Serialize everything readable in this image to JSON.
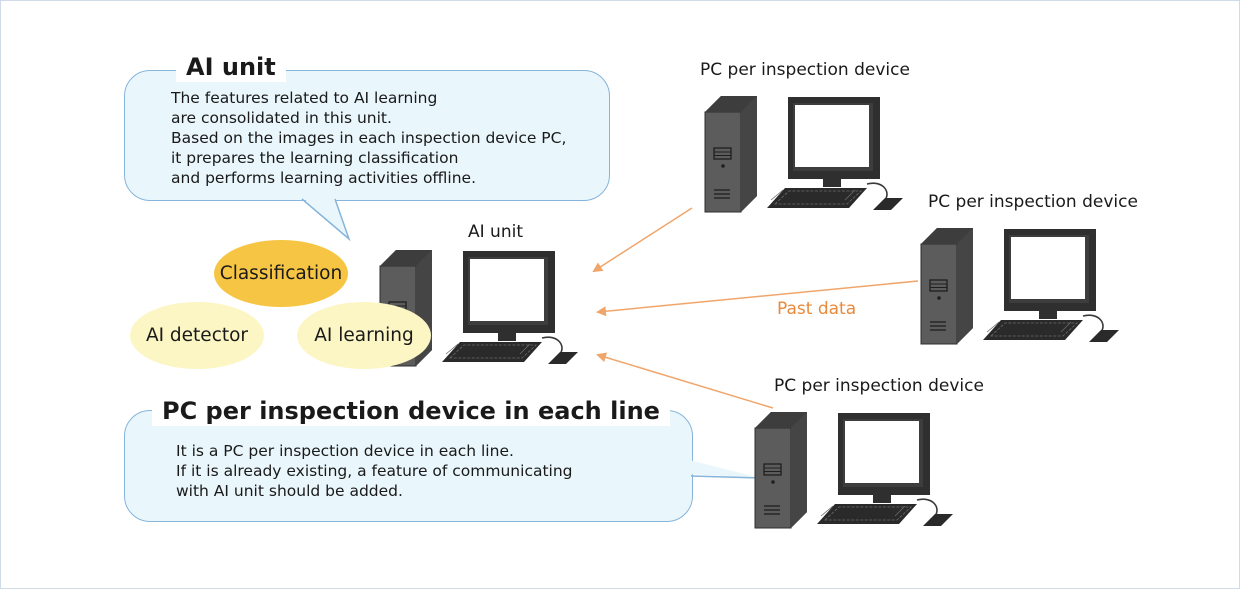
{
  "ai_unit_bubble": {
    "title": "AI unit",
    "lines": [
      "The features related to AI learning",
      "are consolidated in this unit.",
      "Based on the images in each inspection device PC,",
      "it prepares the learning classification",
      "and performs learning activities offline."
    ]
  },
  "line_pc_bubble": {
    "title": "PC per inspection device in each line",
    "lines": [
      "It is a PC per inspection device in each line.",
      "If it is already existing, a feature of communicating",
      "with AI unit should be added."
    ]
  },
  "ai_unit_label": "AI unit",
  "features": {
    "classification": "Classification",
    "ai_detector": "AI detector",
    "ai_learning": "AI learning"
  },
  "inspection_pcs": [
    "PC per inspection device",
    "PC per inspection device",
    "PC per inspection device"
  ],
  "arrow_label": "Past data",
  "colors": {
    "bubble_fill": "#e9f6fb",
    "bubble_border": "#86b4da",
    "classification_fill": "#f6c543",
    "feature_fill": "#fbf6c4",
    "arrow": "#f0a56a",
    "past_data_text": "#e8893b",
    "computer_body": "#505050"
  },
  "icons": [
    "desktop-computer-icon"
  ]
}
